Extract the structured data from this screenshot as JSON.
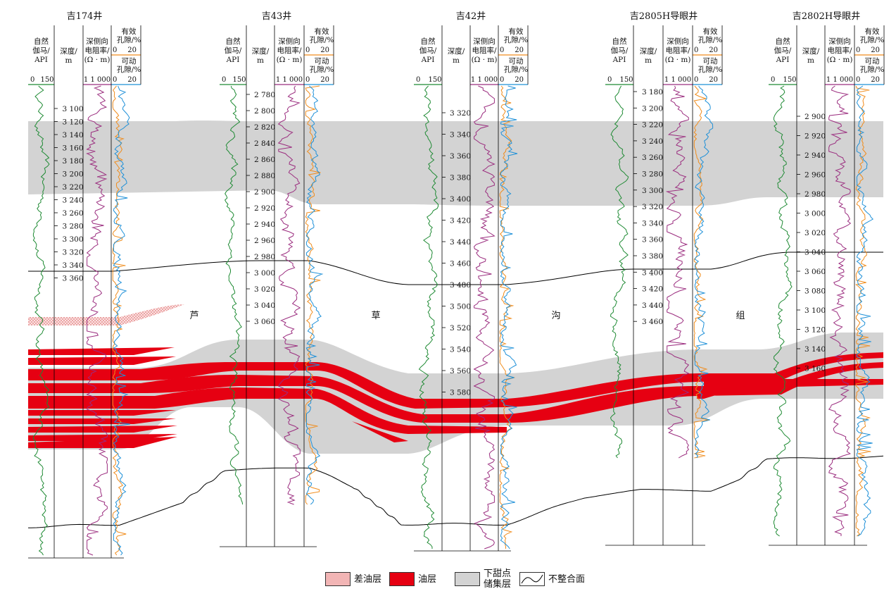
{
  "wells": [
    {
      "name": "吉174井",
      "ticks": [
        3100,
        3120,
        3140,
        3160,
        3180,
        3200,
        3220,
        3240,
        3260,
        3280,
        3300,
        3320,
        3340,
        3360
      ],
      "porosity_type": "both"
    },
    {
      "name": "吉43井",
      "ticks": [
        2780,
        2800,
        2820,
        2840,
        2860,
        2880,
        2900,
        2920,
        2940,
        2960,
        2980,
        3000,
        3020,
        3040,
        3060
      ],
      "porosity_type": "both"
    },
    {
      "name": "吉42井",
      "ticks": [
        3320,
        3340,
        3360,
        3380,
        3400,
        3420,
        3440,
        3460,
        3480,
        3500,
        3520,
        3540,
        3560,
        3580
      ],
      "porosity_type": "both"
    },
    {
      "name": "吉2805H导眼井",
      "ticks": [
        3180,
        3200,
        3220,
        3240,
        3260,
        3280,
        3300,
        3320,
        3340,
        3360,
        3380,
        3400,
        3420,
        3440,
        3460
      ],
      "porosity_type": "both"
    },
    {
      "name": "吉2802H导眼井",
      "ticks": [
        2900,
        2920,
        2940,
        2960,
        2980,
        3000,
        3020,
        3040,
        3060,
        3080,
        3100,
        3120,
        3140,
        3160
      ],
      "porosity_type": "both"
    }
  ],
  "headers": {
    "gamma": "自然\n伽马/\nAPI",
    "gamma_scale": [
      "0",
      "150"
    ],
    "depth": "深度/\nm",
    "resistivity": "深侧向\n电阻率/\n(Ω · m)",
    "resistivity_scale": "1  1 000",
    "porosity_eff": "有效\n孔隙/%",
    "porosity_scale": [
      "0",
      "20"
    ],
    "porosity_mov": "可动\n孔隙/%"
  },
  "formation_label": [
    "芦",
    "草",
    "沟",
    "组"
  ],
  "legend": [
    {
      "key": "poor_oil",
      "label": "差油层"
    },
    {
      "key": "oil",
      "label": "油层"
    },
    {
      "key": "reservoir",
      "label": "下甜点\n储集层"
    },
    {
      "key": "unconformity",
      "label": "不整合面"
    }
  ],
  "colors": {
    "oil": "#e60012",
    "reservoir": "#d3d3d3",
    "gamma": "#1e8a33",
    "resistivity": "#9b2d7f",
    "porosity_eff": "#f08c1c",
    "porosity_mov": "#1e90d8",
    "poor_oil": "#f2b5b5"
  }
}
